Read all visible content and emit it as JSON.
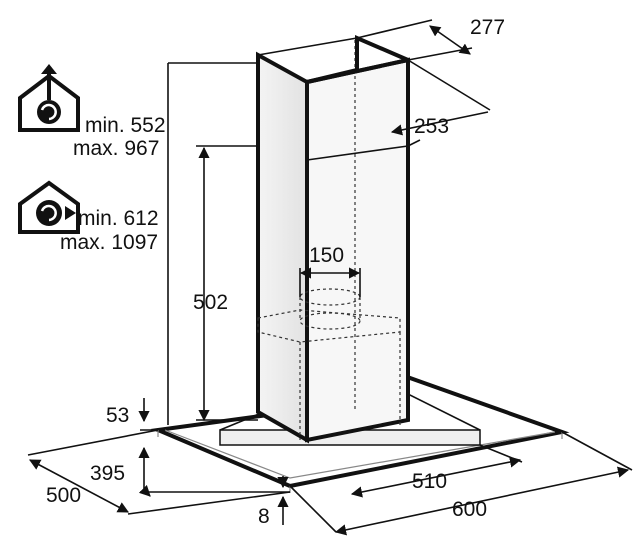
{
  "legend": {
    "extraction": {
      "icon": "extraction-mode-icon",
      "min_label": "min. 552",
      "max_label": "max. 967"
    },
    "recirculation": {
      "icon": "recirculation-mode-icon",
      "min_label": "min. 612",
      "max_label": "max. 1097"
    }
  },
  "dimensions": {
    "chimney_depth_top": "277",
    "chimney_depth_inner": "253",
    "outlet_diameter": "150",
    "inner_chimney_height": "502",
    "canopy_thickness": "53",
    "canopy_depth_inner": "395",
    "canopy_depth": "500",
    "glass_thickness": "8",
    "inner_width": "510",
    "total_width": "600"
  }
}
